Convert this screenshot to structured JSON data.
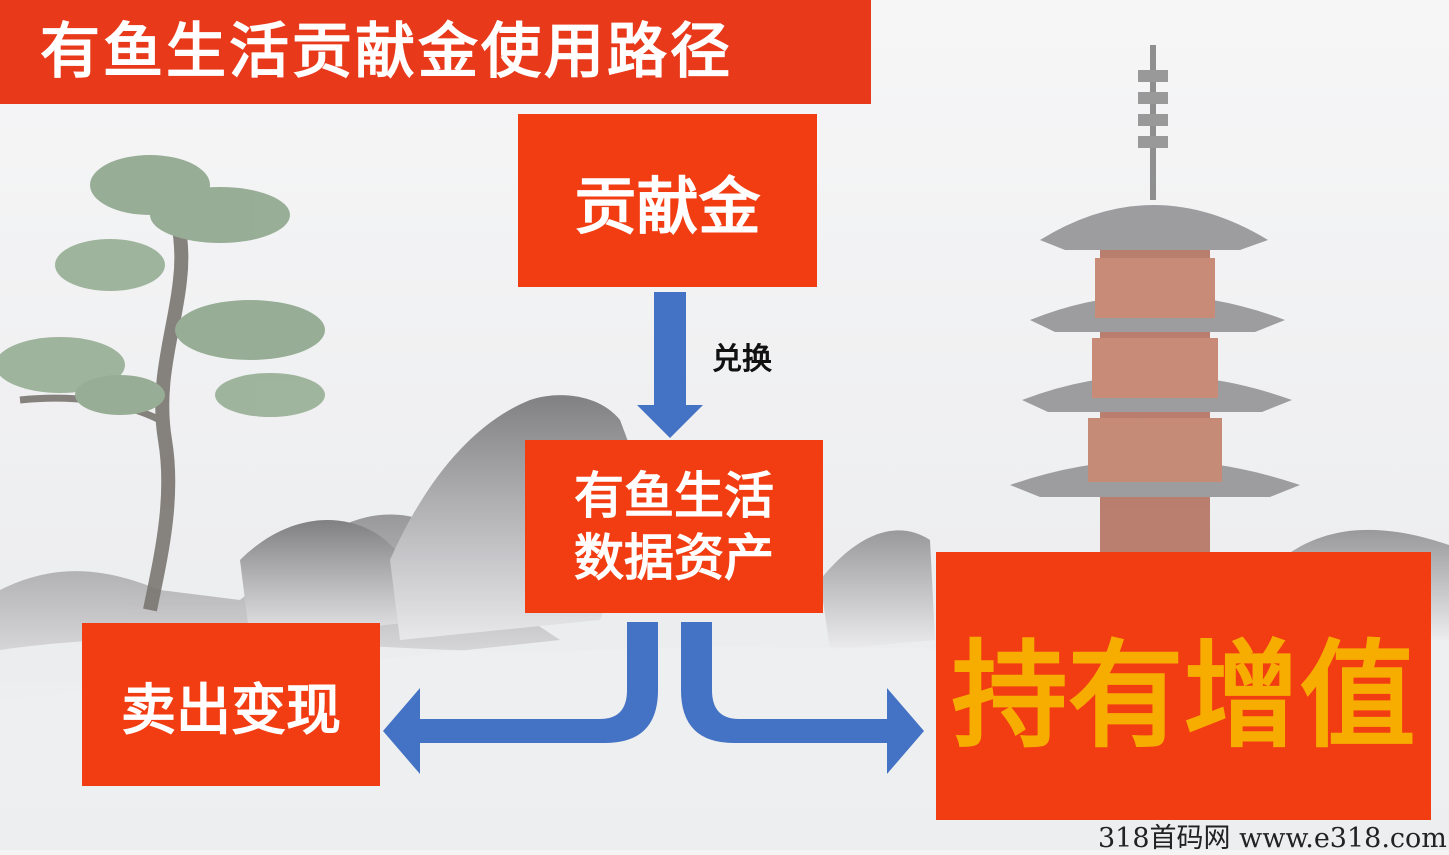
{
  "title": "有鱼生活贡献金使用路径",
  "nodes": {
    "top": "贡献金",
    "middle_line1": "有鱼生活",
    "middle_line2": "数据资产",
    "left": "卖出变现",
    "right": "持有增值"
  },
  "edge_label": "兑换",
  "watermark": "318首码网 www.e318.com",
  "colors": {
    "title_bg": "#e8391b",
    "box_bg": "#f23d12",
    "box_text": "#ffffff",
    "highlight_text": "#f7ad00",
    "arrow": "#4472c4"
  }
}
